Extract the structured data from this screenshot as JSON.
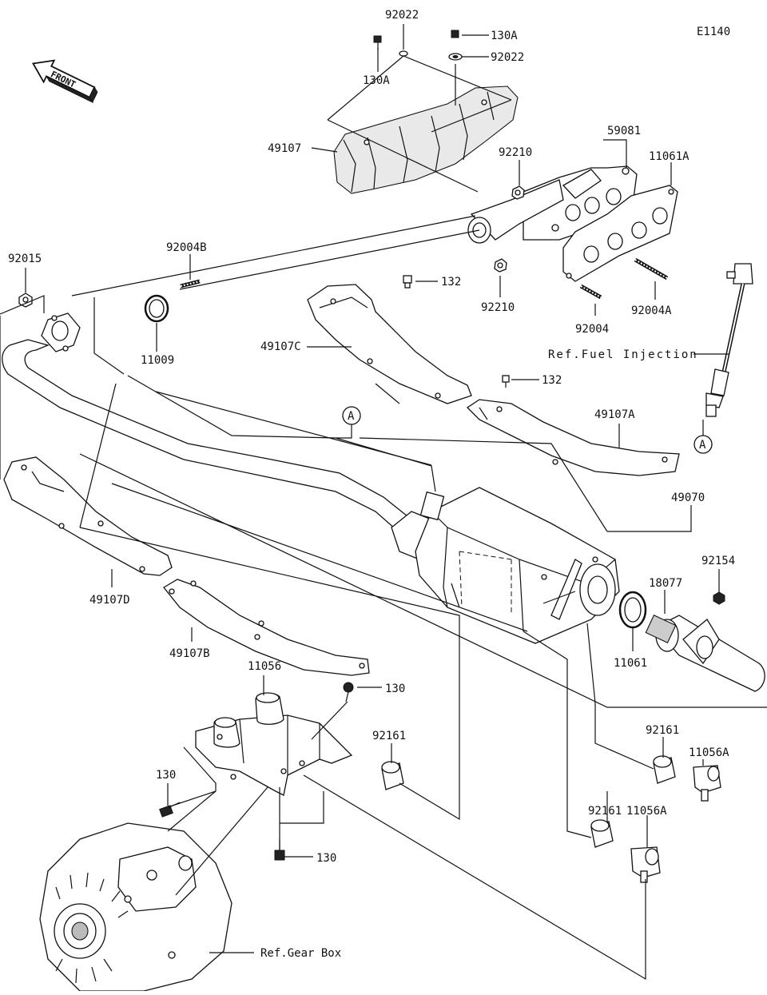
{
  "diagram_code": "E1140",
  "front_label": "FRONT",
  "callouts": [
    {
      "id": "c-92022-top",
      "label": "92022"
    },
    {
      "id": "c-130A-right",
      "label": "130A"
    },
    {
      "id": "c-130A-left",
      "label": "130A"
    },
    {
      "id": "c-92022-right",
      "label": "92022"
    },
    {
      "id": "c-49107",
      "label": "49107"
    },
    {
      "id": "c-59081",
      "label": "59081"
    },
    {
      "id": "c-11061A",
      "label": "11061A"
    },
    {
      "id": "c-92210-top",
      "label": "92210"
    },
    {
      "id": "c-92015",
      "label": "92015"
    },
    {
      "id": "c-92004B",
      "label": "92004B"
    },
    {
      "id": "c-132-top",
      "label": "132"
    },
    {
      "id": "c-92210-bottom",
      "label": "92210"
    },
    {
      "id": "c-92004",
      "label": "92004"
    },
    {
      "id": "c-92004A",
      "label": "92004A"
    },
    {
      "id": "c-11009",
      "label": "11009"
    },
    {
      "id": "c-49107C",
      "label": "49107C"
    },
    {
      "id": "c-ref-fuel",
      "label": "Ref.Fuel Injection"
    },
    {
      "id": "c-132-mid",
      "label": "132"
    },
    {
      "id": "c-49107A",
      "label": "49107A"
    },
    {
      "id": "c-A-center",
      "label": "A"
    },
    {
      "id": "c-A-right",
      "label": "A"
    },
    {
      "id": "c-49070",
      "label": "49070"
    },
    {
      "id": "c-92154",
      "label": "92154"
    },
    {
      "id": "c-18077",
      "label": "18077"
    },
    {
      "id": "c-49107D",
      "label": "49107D"
    },
    {
      "id": "c-49107B",
      "label": "49107B"
    },
    {
      "id": "c-11061",
      "label": "11061"
    },
    {
      "id": "c-11056",
      "label": "11056"
    },
    {
      "id": "c-130-top",
      "label": "130"
    },
    {
      "id": "c-92161-mid",
      "label": "92161"
    },
    {
      "id": "c-92161-right",
      "label": "92161"
    },
    {
      "id": "c-11056A-right",
      "label": "11056A"
    },
    {
      "id": "c-130-left",
      "label": "130"
    },
    {
      "id": "c-92161-low",
      "label": "92161"
    },
    {
      "id": "c-11056A-low",
      "label": "11056A"
    },
    {
      "id": "c-130-bottom",
      "label": "130"
    },
    {
      "id": "c-ref-gear",
      "label": "Ref.Gear Box"
    }
  ]
}
